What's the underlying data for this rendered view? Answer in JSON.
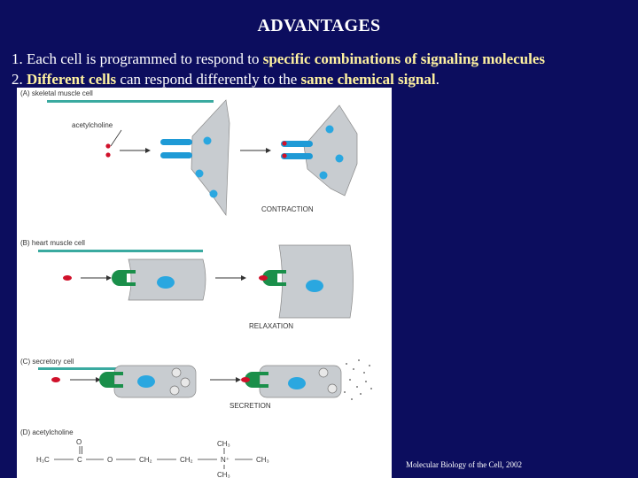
{
  "slide": {
    "title": "ADVANTAGES",
    "line1_prefix": "1. Each cell is programmed to respond to ",
    "line1_highlight": "specific combinations of signaling molecules",
    "line2_prefix": "2. ",
    "line2_highlight1": "Different cells",
    "line2_middle": " can respond differently to the ",
    "line2_highlight2": "same chemical signal",
    "line2_suffix": ".",
    "credit": "Molecular Biology of the Cell, 2002"
  },
  "figure": {
    "panel_a_label": "(A) skeletal muscle cell",
    "panel_a_molecule": "acetylcholine",
    "panel_a_result": "CONTRACTION",
    "panel_b_label": "(B) heart muscle cell",
    "panel_b_result": "RELAXATION",
    "panel_c_label": "(C) secretory cell",
    "panel_c_result": "SECRETION",
    "panel_d_label": "(D) acetylcholine",
    "formula_h3c": "H₃C",
    "formula_c": "C",
    "formula_o1": "O",
    "formula_o2": "O",
    "formula_ch2a": "CH₂",
    "formula_ch2b": "CH₂",
    "formula_n": "N⁺",
    "formula_ch3_top": "CH₃",
    "formula_ch3_right": "CH₃",
    "formula_ch3_bottom": "CH₃",
    "colors": {
      "slide_bg": "#0c0d5e",
      "highlight_text": "#fff2a0",
      "cell": "#c8ccd0",
      "nucleus": "#2aa7e0",
      "receptor_a": "#1e9ad6",
      "receptor_b": "#1a8f4a",
      "ligand": "#d0102a",
      "label_bar": "#3aaaa0"
    }
  }
}
